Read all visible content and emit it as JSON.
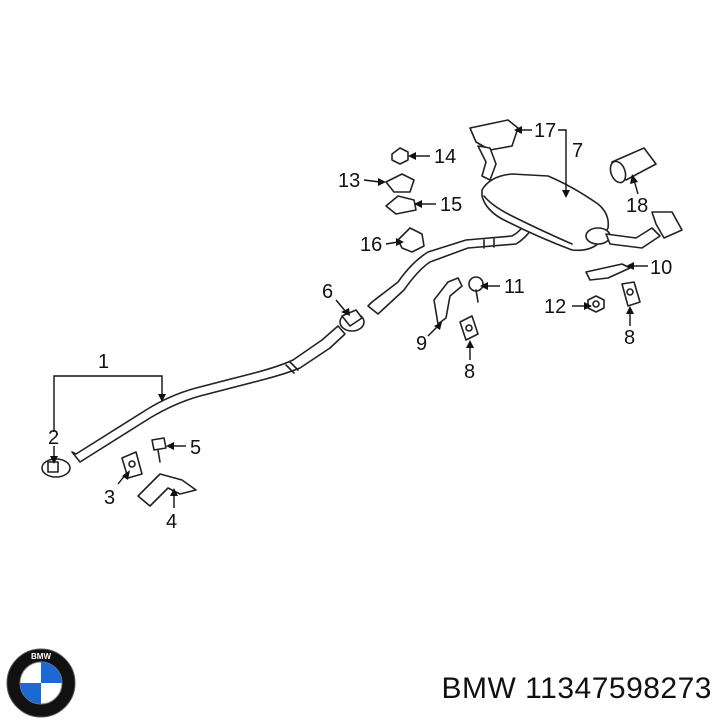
{
  "callouts": {
    "c1": "1",
    "c2": "2",
    "c3": "3",
    "c4": "4",
    "c5": "5",
    "c6": "6",
    "c7": "7",
    "c8a": "8",
    "c8b": "8",
    "c9": "9",
    "c10": "10",
    "c11": "11",
    "c12": "12",
    "c13": "13",
    "c14": "14",
    "c15": "15",
    "c16": "16",
    "c17": "17",
    "c18": "18"
  },
  "footer": {
    "brand": "BMW",
    "part_number": "11347598273",
    "caption": "BMW 11347598273"
  },
  "logo": {
    "lettering": "BMW",
    "colors": {
      "blue": "#1c69d4",
      "white": "#ffffff",
      "ring": "#111111"
    }
  }
}
